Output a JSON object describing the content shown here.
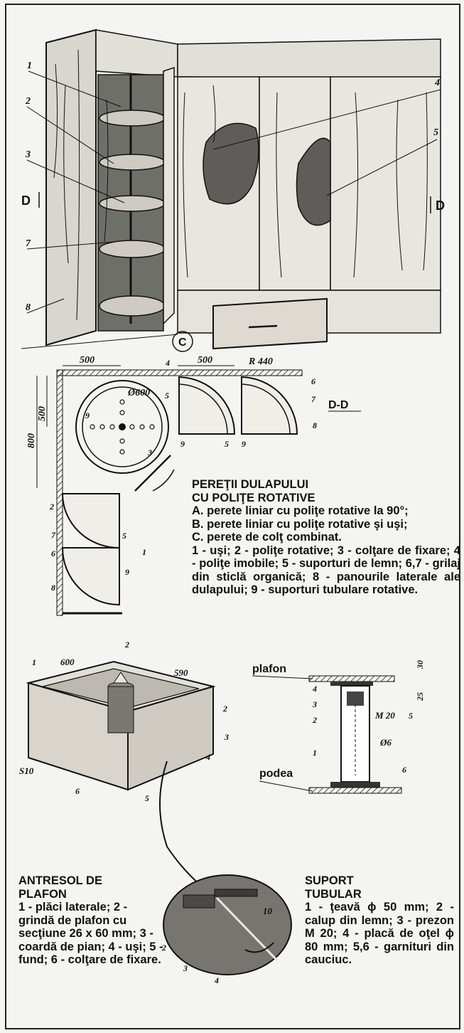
{
  "figure_top": {
    "part_labels": [
      "1",
      "2",
      "3",
      "7",
      "8",
      "4",
      "5"
    ],
    "section_left": "D",
    "section_right": "D",
    "variant_label": "C"
  },
  "plan_view": {
    "dims": [
      "500",
      "500",
      "R 440",
      "Ø600",
      "500",
      "800"
    ],
    "section_title": "D-D",
    "part_labels": [
      "4",
      "6",
      "7",
      "8",
      "5",
      "9",
      "9",
      "3",
      "5",
      "9",
      "2",
      "7",
      "6",
      "1",
      "5",
      "9",
      "8"
    ]
  },
  "caption_walls": {
    "title_line1": "PEREŢII DULAPULUI",
    "title_line2": "CU POLIŢE ROTATIVE",
    "lines": [
      "A. perete liniar cu poliţe rotative la 90°;",
      "B. perete liniar cu poliţe rotative şi uşi;",
      "C. perete de colţ combinat.",
      "1 - uşi; 2 - poliţe rotative; 3 - colţare de fixare; 4 - poliţe imobile; 5 - suporturi de lemn; 6,7 - grilaj din sticlă organică; 8 - panourile laterale ale dulapului; 9 - suporturi tubulare rotative."
    ]
  },
  "antresol_figure": {
    "dims": [
      "600",
      "590",
      "S10",
      "10"
    ],
    "part_labels": [
      "1",
      "2",
      "2",
      "3",
      "4",
      "5",
      "6",
      "2",
      "3",
      "4"
    ]
  },
  "suport_figure": {
    "plafon": "plafon",
    "podea": "podea",
    "dims": [
      "30",
      "25",
      "M 20",
      "Ø6"
    ],
    "part_labels": [
      "4",
      "3",
      "2",
      "1",
      "5",
      "6"
    ]
  },
  "caption_antresol": {
    "title_line1": "ANTRESOL DE",
    "title_line2": "PLAFON",
    "body": "1 - plăci laterale; 2 - grindă de plafon cu secţiune 26 x 60 mm; 3 - coardă de pian; 4 - uşi; 5 - fund; 6 - colţare de fixare."
  },
  "caption_suport": {
    "title_line1": "SUPORT",
    "title_line2": "TUBULAR",
    "body": "1 - ţeavă ϕ 50 mm; 2 - calup din lemn; 3 - prezon M 20; 4 - placă de oţel ϕ 80 mm; 5,6 - garnituri din cauciuc."
  }
}
